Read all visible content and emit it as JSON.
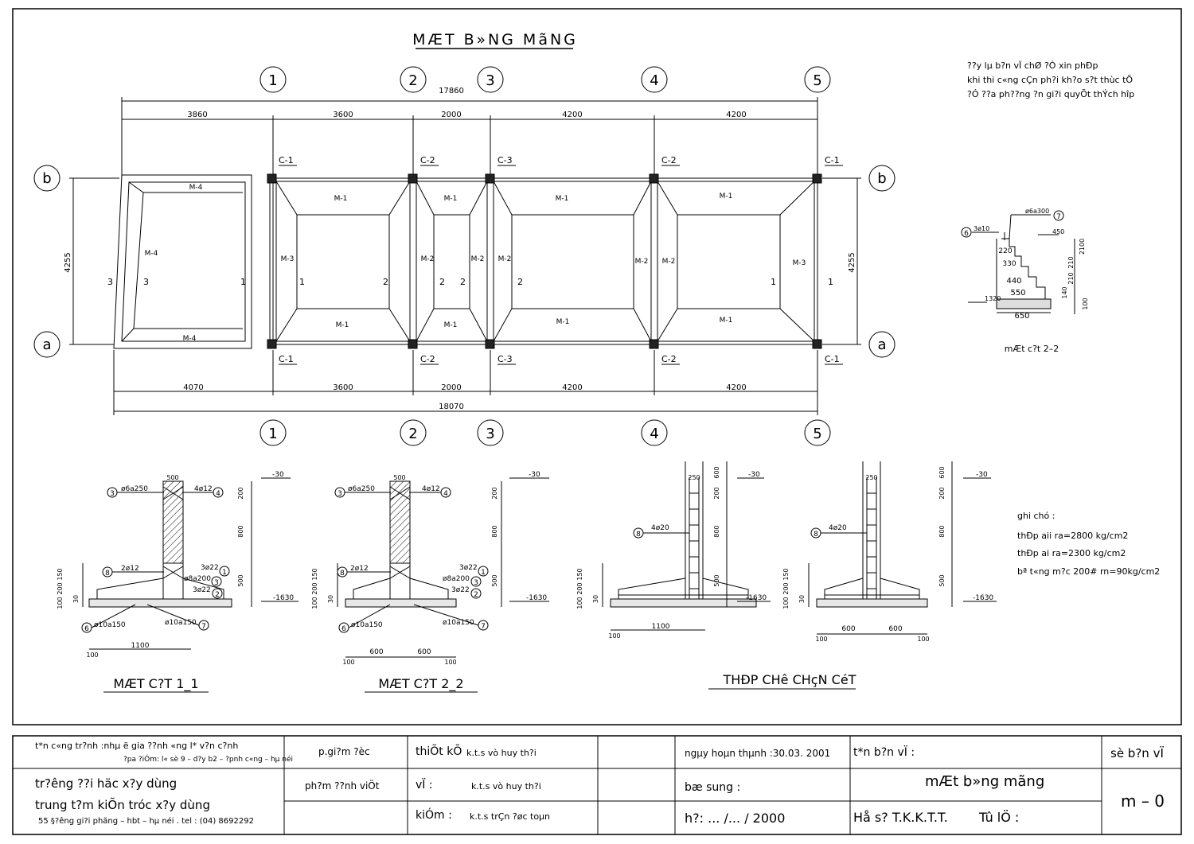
{
  "drawing": {
    "title": "MÆT B»NG MãNG",
    "note_lines": [
      "??y lµ b?n vÏ chØ ?Ó xin phÐp",
      "khi thi c«ng cÇn ph?i kh?o s?t thùc tÕ",
      "?Ó ??a ph??ng ?n gi?i quyÕt thÝch hîp"
    ],
    "grid_columns": [
      "1",
      "2",
      "3",
      "4",
      "5"
    ],
    "grid_rows": [
      "b",
      "a"
    ],
    "top_total": "17860",
    "top_spans": [
      "3860",
      "3600",
      "2000",
      "4200",
      "4200"
    ],
    "bottom_total": "18070",
    "bottom_spans": [
      "4070",
      "3600",
      "2000",
      "4200",
      "4200"
    ],
    "side_dim": "4255",
    "columns_top": [
      "C-1",
      "C-2",
      "C-3",
      "C-2",
      "C-1"
    ],
    "columns_bottom": [
      "C-1",
      "C-2",
      "C-3",
      "C-2",
      "C-1"
    ],
    "foundation_labels": {
      "m1": "M-1",
      "m2": "M-2",
      "m3": "M-3",
      "m4": "M-4"
    },
    "section_marks": {
      "s1": "1",
      "s2": "2",
      "s3": "3"
    },
    "small_section": {
      "title": "mÆt c?t 2–2",
      "rebar_top": "ø6a300",
      "rebar_left": "3ø10",
      "widths": [
        "220",
        "330",
        "440",
        "550",
        "650"
      ],
      "dims": [
        "450",
        "1320",
        "2100",
        "210",
        "210",
        "140",
        "100"
      ],
      "markers": [
        "6",
        "7"
      ]
    },
    "section_1_1": {
      "title": "MÆT C?T 1_1",
      "top_width": "500",
      "stirrup": "ø6a250",
      "main_bar": "4ø12",
      "bar_8": "2ø12",
      "bar_1": "3ø22",
      "bar_3": "ø8a200",
      "bar_2": "3ø22",
      "bottom_bars": [
        "ø10a150",
        "ø10a150"
      ],
      "base_dims": [
        "1100",
        "100"
      ],
      "heights": [
        "200",
        "800",
        "500",
        "150",
        "200",
        "100",
        "30",
        "100"
      ],
      "level_top": "-30",
      "level_bottom": "-1630",
      "markers": [
        "3",
        "4",
        "8",
        "1",
        "3",
        "2",
        "6",
        "7"
      ]
    },
    "section_2_2": {
      "title": "MÆT C?T 2_2",
      "top_width": "500",
      "stirrup": "ø6a250",
      "main_bar": "4ø12",
      "bar_8": "2ø12",
      "bar_1": "3ø22",
      "bar_3": "ø8a200",
      "bar_2": "3ø22",
      "bottom_bars": [
        "ø10a150",
        "ø10a150"
      ],
      "base_dims": [
        "600",
        "600",
        "100",
        "100"
      ],
      "heights": [
        "200",
        "800",
        "500",
        "150",
        "200",
        "100",
        "30",
        "100"
      ],
      "level_top": "-30",
      "level_bottom": "-1630",
      "markers": [
        "3",
        "4",
        "8",
        "1",
        "3",
        "2",
        "6",
        "7"
      ]
    },
    "column_anchor": {
      "title": "THÐP CHê CHçN CéT",
      "width": "250",
      "bar": "4ø20",
      "marker": "8",
      "heights": [
        "600",
        "200",
        "800",
        "500",
        "150",
        "200",
        "100",
        "30",
        "100"
      ],
      "base_left": [
        "1100",
        "100"
      ],
      "base_right": [
        "600",
        "600",
        "100",
        "100"
      ],
      "level_top": "-30",
      "level_bottom": "-1630"
    },
    "general_notes": {
      "heading": "ghi chó :",
      "lines": [
        "thÐp aii ra=2800 kg/cm2",
        "thÐp ai ra=2300 kg/cm2",
        "bª t«ng m?c 200# rn=90kg/cm2"
      ]
    }
  },
  "title_block": {
    "project_line1": "t*n c«ng tr?nh :nhµ ë gia ??nh «ng l* v?n c?nh",
    "project_line2": "?pa ?iÓm: l« sè 9 – d?y b2 – ?pnh c«ng – hµ néi",
    "org_line1": "tr?êng ??i häc x?y dùng",
    "org_line2": "trung t?m kiÕn tróc x?y dùng",
    "org_address": "55 §?êng  gi?i phãng – hbt – hµ néi . tel : (04) 8692292",
    "director": "p.gi?m ?èc",
    "manager": "ph?m ??nh viÖt",
    "designer_label": "thiÕt kÕ",
    "designer_name": "k.t.s vò huy th?i",
    "drawer_label": "vÏ :",
    "drawer_name": "k.t.s vò huy th?i",
    "checker_label": "kiÓm :",
    "checker_name": "k.t.s trÇn ?øc toµn",
    "completion_date": "ngµy hoµn thµnh :30.03. 2001",
    "supplement": "bæ sung :",
    "revision_date": "h?: ... /... / 2000",
    "drawing_name_label": "t*n b?n vÏ :",
    "drawing_name": "mÆt b»ng mãng",
    "file_no": "Hå s? T.K.K.T.T.",
    "ratio_label": "Tû lÖ :",
    "sheet_label": "sè b?n vÏ",
    "sheet_no": "m – 0"
  }
}
